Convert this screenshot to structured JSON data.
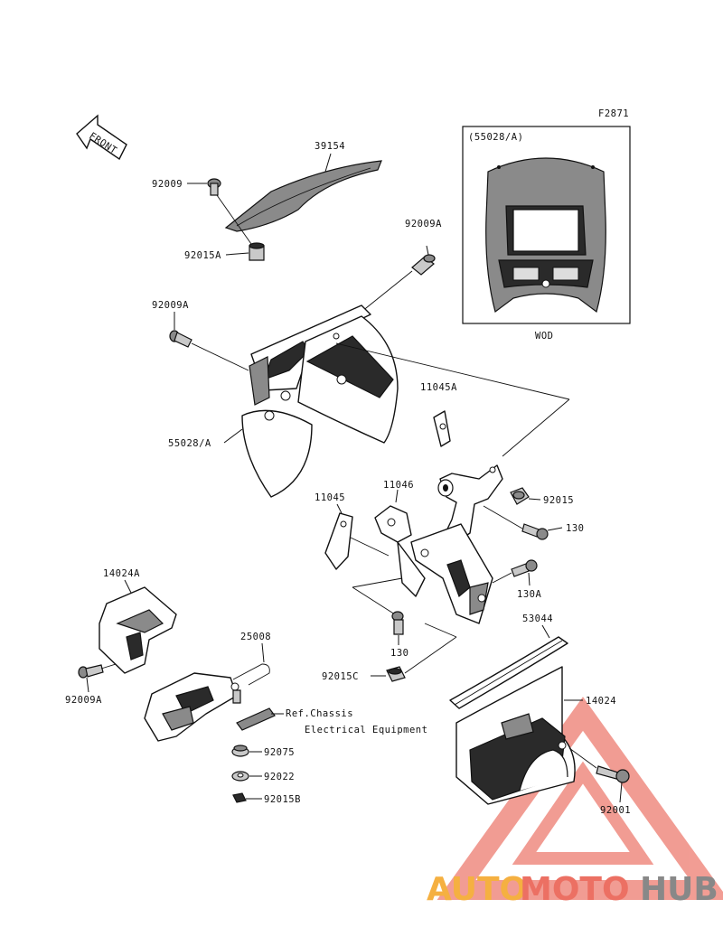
{
  "figure_code": "F2871",
  "front_arrow_label": "FRONT",
  "inset": {
    "part_ref": "(55028/A)",
    "variant": "WOD"
  },
  "parts": {
    "p39154": "39154",
    "p92009": "92009",
    "p92015A": "92015A",
    "p92009A_top": "92009A",
    "p92009A_left": "92009A",
    "p55028A": "55028/A",
    "p11045A": "11045A",
    "p11046": "11046",
    "p11045": "11045",
    "p92015": "92015",
    "p130_right": "130",
    "p130A": "130A",
    "p130_bottom": "130",
    "p92015C": "92015C",
    "p14024A": "14024A",
    "p92009A_bottom": "92009A",
    "p25008": "25008",
    "p53044": "53044",
    "p14024": "14024",
    "p92075": "92075",
    "p92022": "92022",
    "p92015B": "92015B",
    "p92001": "92001"
  },
  "reference_note": {
    "line1": "Ref.Chassis",
    "line2": "Electrical Equipment"
  },
  "watermark": {
    "text_a": "AUTO",
    "text_b": "MOTO",
    "text_c": "HUB",
    "color_a": "#f5b041",
    "color_b": "#ec7063",
    "color_c": "#888888"
  },
  "colors": {
    "line": "#111111",
    "background": "#ffffff",
    "watermark_red": "#e74c3c"
  }
}
